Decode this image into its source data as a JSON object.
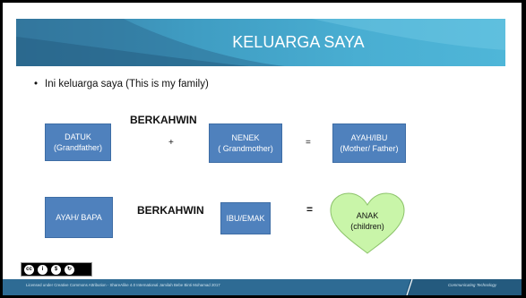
{
  "slide": {
    "title": "KELUARGA SAYA",
    "bullet": "Ini keluarga saya  (This is my family)"
  },
  "row1": {
    "box1": {
      "line1": "DATUK",
      "line2": "(Grandfather)"
    },
    "label": "BERKAHWIN",
    "plus": "+",
    "box2": {
      "line1": "NENEK",
      "line2": "( Grandmother)"
    },
    "equals": "=",
    "box3": {
      "line1": "AYAH/IBU",
      "line2": "(Mother/ Father)"
    }
  },
  "row2": {
    "box1": "AYAH/ BAPA",
    "label": "BERKAHWIN",
    "box2": "IBU/EMAK",
    "equals": "=",
    "heart": {
      "line1": "ANAK",
      "line2": "(children)"
    }
  },
  "footer": {
    "license": "Licensed under Creative Commons Attribution - ShareAlike 4.0 International          Jamilah Bebe Binti Mohamad 2017",
    "right": "Communicating Technology"
  },
  "colors": {
    "box": "#4f81bd",
    "header": "#3f9cc2",
    "heart": "#c9f5a9",
    "footer": "#2e6b94"
  }
}
